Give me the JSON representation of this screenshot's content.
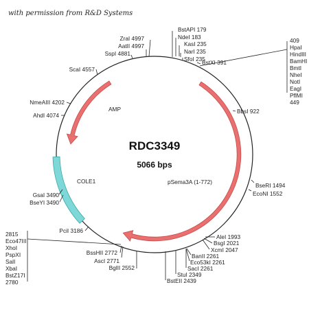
{
  "credit": "with permission from R&D Systems",
  "plasmid": {
    "name": "RDC3349",
    "size_label": "5066 bps",
    "total_bp": 5066
  },
  "features": [
    {
      "id": "amp",
      "label": "AMP",
      "type": "arrow",
      "direction": "ccw",
      "start": 4620,
      "end": 3900,
      "color": "#e8706f"
    },
    {
      "id": "psema3a",
      "label": "pSema3A (1-772)",
      "type": "arrow",
      "direction": "cw",
      "start": 460,
      "end": 2840,
      "color": "#e8706f"
    },
    {
      "id": "cole1",
      "label": "COLE1",
      "type": "box",
      "start": 3200,
      "end": 3780,
      "color": "#7fd8d8"
    }
  ],
  "sites": [
    {
      "id": "zral",
      "text": "ZraI 4997"
    },
    {
      "id": "aatii",
      "text": "AatII 4997"
    },
    {
      "id": "sspi",
      "text": "SspI 4881"
    },
    {
      "id": "scai",
      "text": "ScaI 4557"
    },
    {
      "id": "nmeaiii",
      "text": "NmeAIII 4202"
    },
    {
      "id": "ahdi",
      "text": "AhdI 4074"
    },
    {
      "id": "gsai",
      "text": "GsaI 3490"
    },
    {
      "id": "bseyi",
      "text": "BseYI 3490"
    },
    {
      "id": "pcii",
      "text": "PciI 3186"
    },
    {
      "id": "bssh2",
      "text": "BssHII 2772"
    },
    {
      "id": "asci",
      "text": "AscI 2771"
    },
    {
      "id": "bglii",
      "text": "BglII 2552"
    },
    {
      "id": "bsteii",
      "text": "BstEII 2439"
    },
    {
      "id": "stui",
      "text": "StuI 2349"
    },
    {
      "id": "saci",
      "text": "SacI 2261"
    },
    {
      "id": "eco53ki",
      "text": "Eco53kI 2261"
    },
    {
      "id": "banii",
      "text": "BanII 2261"
    },
    {
      "id": "xcmi",
      "text": "XcmI 2047"
    },
    {
      "id": "bsgi",
      "text": "BsgI 2021"
    },
    {
      "id": "alei",
      "text": "AleI 1993"
    },
    {
      "id": "econi",
      "text": "EcoNI 1552"
    },
    {
      "id": "bseri",
      "text": "BseRI 1494"
    },
    {
      "id": "bbsi",
      "text": "BbsI 922"
    },
    {
      "id": "bstxi",
      "text": "BstXI 391"
    },
    {
      "id": "bstapi",
      "text": "BstAPI 179"
    },
    {
      "id": "ndei",
      "text": "NdeI 183"
    },
    {
      "id": "kasi",
      "text": "KasI 235"
    },
    {
      "id": "nari",
      "text": "NarI 235"
    },
    {
      "id": "sfoi",
      "text": "SfoI 235"
    }
  ],
  "mcs_right": [
    "409",
    "HpaI",
    "HindIII",
    "BamHI",
    "BmtI",
    "NheI",
    "NotI",
    "EagI",
    "PflMI",
    "449"
  ],
  "mcs_left": [
    "2815",
    "Eco47III",
    "XhoI",
    "PspXI",
    "SalI",
    "XbaI",
    "BstZ17I",
    "2780"
  ]
}
